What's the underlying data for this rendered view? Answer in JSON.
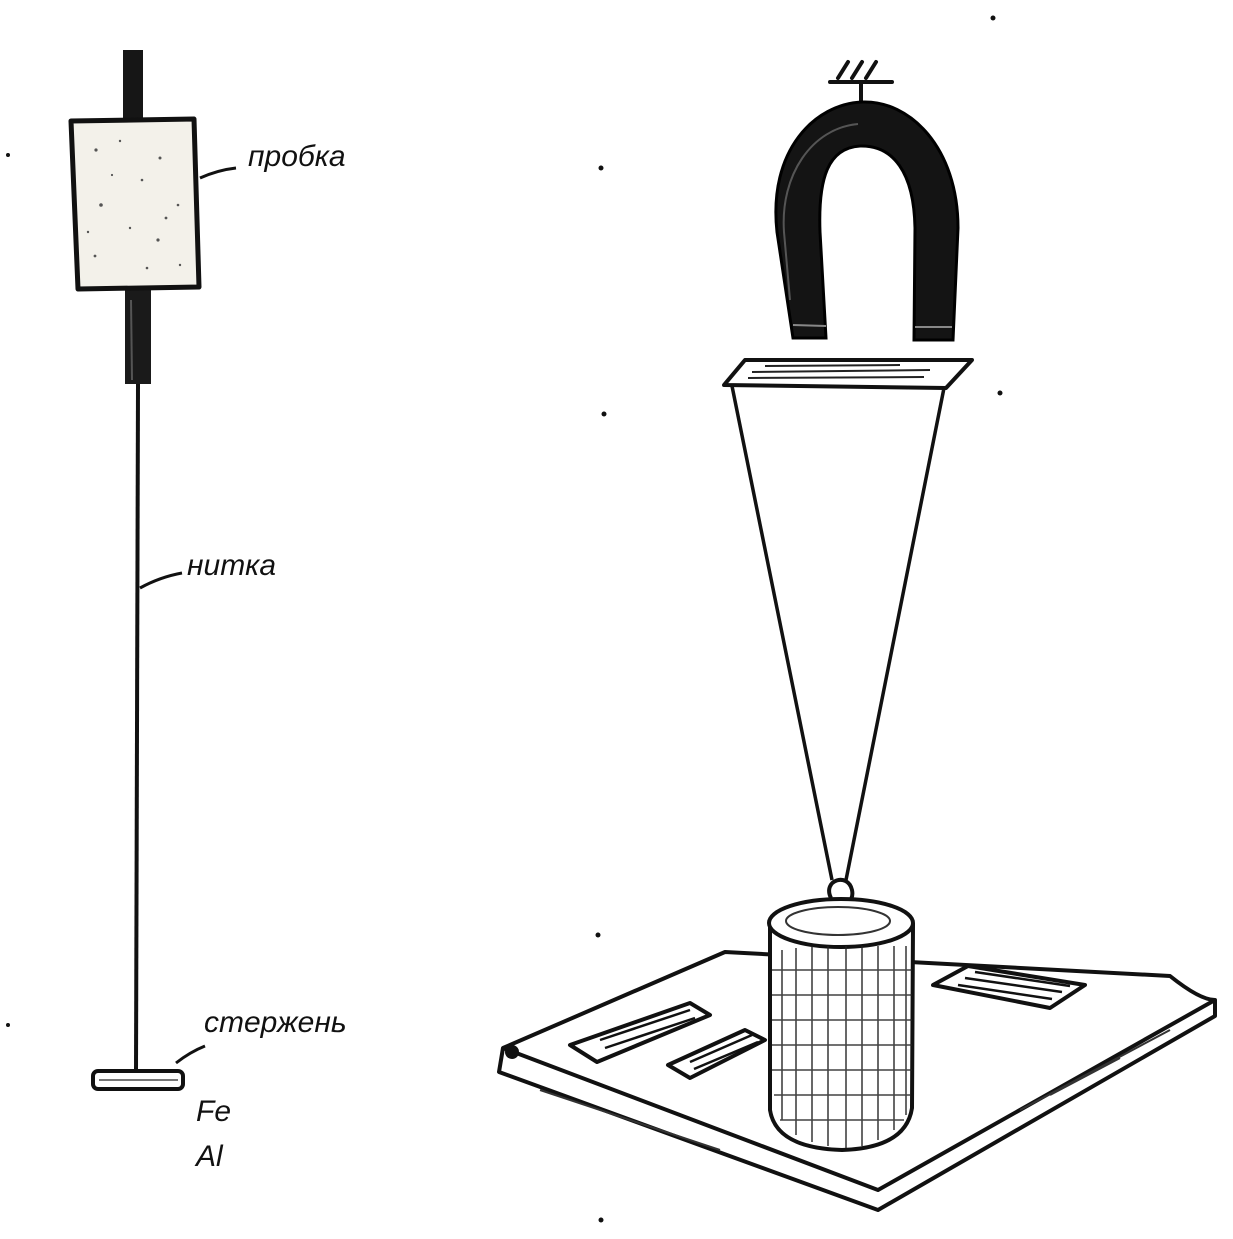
{
  "labels": {
    "cork": "пробка",
    "thread": "нитка",
    "rod": "стержень",
    "element_fe": "Fe",
    "element_al": "Al"
  },
  "colors": {
    "ink": "#111111",
    "cork_fill": "#f3f1ea",
    "magnet": "#141414",
    "background": "#ffffff"
  }
}
